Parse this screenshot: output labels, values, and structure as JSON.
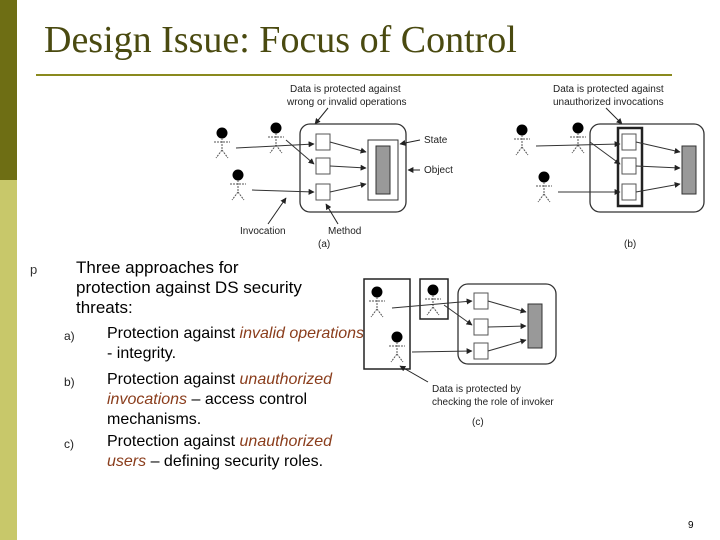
{
  "slide": {
    "title": "Design Issue: Focus of Control",
    "bullet_marker": "p",
    "bullet_text": "Three approaches for protection against DS security threats:",
    "items": [
      {
        "letter": "a)",
        "prefix": "Protection against ",
        "italic": "invalid operations",
        "suffix": " - integrity."
      },
      {
        "letter": "b)",
        "prefix": "Protection against ",
        "italic": "unauthorized invocations",
        "suffix": " – access control mechanisms."
      },
      {
        "letter": "c)",
        "prefix": "Protection against ",
        "italic": "unauthorized users",
        "suffix": " – defining security roles."
      }
    ],
    "page_number": "9"
  },
  "figure": {
    "a": {
      "label_top_1": "Data is protected against",
      "label_top_2": "wrong or invalid operations",
      "label_state": "State",
      "label_object": "Object",
      "label_invocation": "Invocation",
      "label_method": "Method",
      "caption": "(a)"
    },
    "b": {
      "label_top_1": "Data is protected against",
      "label_top_2": "unauthorized invocations",
      "caption": "(b)"
    },
    "c": {
      "label_bottom_1": "Data is protected by",
      "label_bottom_2": "checking the role of invoker",
      "caption": "(c)"
    }
  },
  "colors": {
    "band_dark": "#6e6e14",
    "band_light": "#c8c86a",
    "title": "#4a4a10",
    "italic": "#8a3d1c"
  }
}
